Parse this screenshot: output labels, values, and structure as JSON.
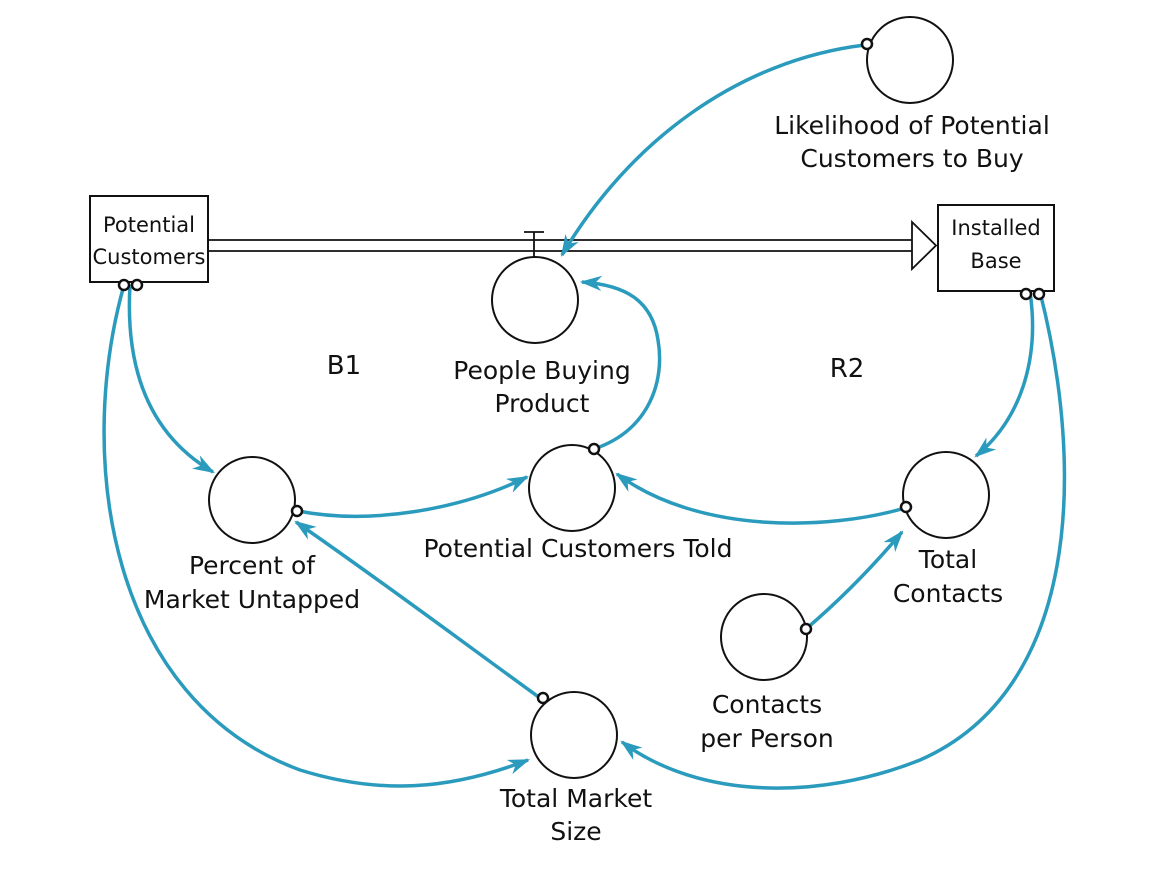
{
  "colors": {
    "link": "#2b9bbd",
    "outline": "#111111",
    "background": "#ffffff"
  },
  "stocks": {
    "potential_customers": [
      "Potential",
      "Customers"
    ],
    "installed_base": [
      "Installed",
      "Base"
    ]
  },
  "variables": {
    "likelihood": [
      "Likelihood of Potential",
      "Customers to Buy"
    ],
    "people_buying": [
      "People Buying",
      "Product"
    ],
    "potential_told": [
      "Potential Customers Told"
    ],
    "percent_untapped": [
      "Percent of",
      "Market Untapped"
    ],
    "total_contacts": [
      "Total",
      "Contacts"
    ],
    "contacts_per_person": [
      "Contacts",
      "per Person"
    ],
    "total_market": [
      "Total Market",
      "Size"
    ]
  },
  "loops": {
    "b1": "B1",
    "r2": "R2"
  }
}
